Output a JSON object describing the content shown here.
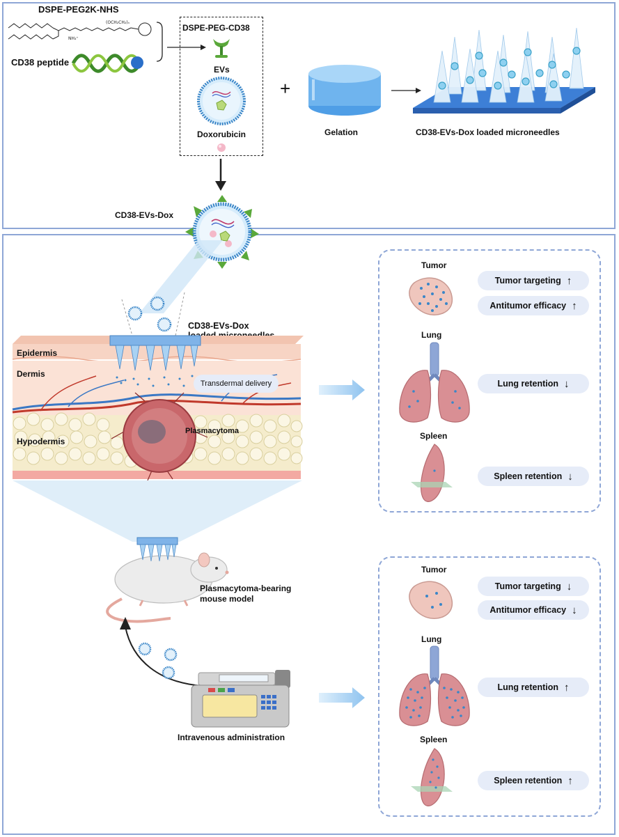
{
  "synthesis": {
    "lipid_label": "DSPE-PEG2K-NHS",
    "peptide_label": "CD38 peptide",
    "conjugate_label": "DSPE-PEG-CD38",
    "evs_label": "EVs",
    "dox_label": "Doxorubicin",
    "gelation_label": "Gelation",
    "microneedles_label": "CD38-EVs-Dox loaded microneedles",
    "nanoparticle_label": "CD38-EVs-Dox",
    "plus_sign": "+"
  },
  "skin": {
    "microneedle_label_line1": "CD38-EVs-Dox",
    "microneedle_label_line2": "loaded microneedles",
    "epidermis": "Epidermis",
    "dermis": "Dermis",
    "hypodermis": "Hypodermis",
    "transdermal": "Transdermal delivery",
    "tumor": "Plasmacytoma"
  },
  "mouse": {
    "label_line1": "Plasmacytoma-bearing",
    "label_line2": "mouse model",
    "iv_label": "Intravenous administration"
  },
  "microneedle_outcome": {
    "tumor_title": "Tumor",
    "lung_title": "Lung",
    "spleen_title": "Spleen",
    "pills": [
      {
        "text": "Tumor targeting",
        "direction": "↑"
      },
      {
        "text": "Antitumor efficacy",
        "direction": "↑"
      },
      {
        "text": "Lung retention",
        "direction": "↓"
      },
      {
        "text": "Spleen retention",
        "direction": "↓"
      }
    ]
  },
  "iv_outcome": {
    "tumor_title": "Tumor",
    "lung_title": "Lung",
    "spleen_title": "Spleen",
    "pills": [
      {
        "text": "Tumor targeting",
        "direction": "↓"
      },
      {
        "text": "Antitumor efficacy",
        "direction": "↓"
      },
      {
        "text": "Lung retention",
        "direction": "↑"
      },
      {
        "text": "Spleen retention",
        "direction": "↑"
      }
    ]
  },
  "colors": {
    "frame": "#8ea6d6",
    "pill_bg": "#e6ecf8",
    "skin_epidermis": "#f7d4c4",
    "skin_dermis": "#fbe2d6",
    "hypodermis": "#f5eccc",
    "tumor": "#c9676b",
    "vessel_red": "#c0392b",
    "vessel_blue": "#3b78c4",
    "organ": "#d98f94",
    "needle": "#7fb3e8",
    "arrow_blue": "#8fc3ef"
  }
}
